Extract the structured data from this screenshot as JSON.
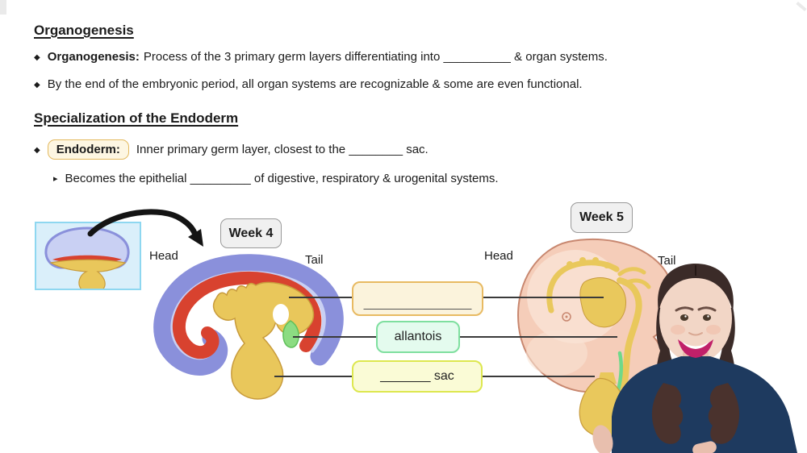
{
  "colors": {
    "text": "#1b1b1b",
    "line": "#3a3a3a",
    "blank": "#555555",
    "endo-box-bg": "#fdf6e2",
    "endo-box-border": "#e3b95e",
    "week-box-bg": "#f0f0f0",
    "week-box-border": "#9a9a9a",
    "inset-bg": "#daeffa",
    "inset-border": "#8ed7f0",
    "callout1-bg": "#fbf3dc",
    "callout1-border": "#e8ba62",
    "callout2-bg": "#e4fbee",
    "callout2-border": "#7fdf9f",
    "callout3-bg": "#fafbd6",
    "callout3-border": "#dde74f",
    "w4-blue": "#8a90db",
    "w4-blue-light": "#c9d0f3",
    "w4-red": "#d8422f",
    "w4-yellow": "#e9c75b",
    "w4-yellow-dark": "#c89b3c",
    "w4-green": "#8cdc82",
    "w4-green-dark": "#5fbf5a",
    "w5-skin": "#f5cdb9",
    "w5-skin-light": "#f9e2d3",
    "w5-outline": "#c8876f",
    "w5-yellow": "#e9c85c",
    "w5-green": "#6fd98a",
    "hair": "#3b2b28",
    "hair-light": "#4a322d",
    "skin": "#f2d6c6",
    "skin-dark": "#e8bfae",
    "lips": "#c02069",
    "shirt": "#1e3a5f"
  },
  "header": {
    "title": "Organogenesis",
    "bullet_glyph": "◆",
    "sub_bullet_glyph": "▸",
    "bullet1_lead": "Organogenesis:",
    "bullet1_rest": "Process of the 3 primary germ layers differentiating into __________ & organ systems.",
    "bullet2": "By the end of the embryonic period, all organ systems are recognizable & some are even functional."
  },
  "endoderm_section": {
    "title": "Specialization of the Endoderm",
    "term": "Endoderm:",
    "definition": "Inner primary germ layer, closest to the ________ sac.",
    "sub_bullet": "Becomes the epithelial _________ of digestive, respiratory & urogenital systems."
  },
  "diagram": {
    "week4_label": "Week 4",
    "week5_label": "Week 5",
    "week4_head": "Head",
    "week4_tail": "Tail",
    "week5_head": "Head",
    "week5_tail": "Tail",
    "callouts": {
      "gut_blank": "_______________",
      "allantois": "allantois",
      "sac": "_______ sac"
    }
  }
}
